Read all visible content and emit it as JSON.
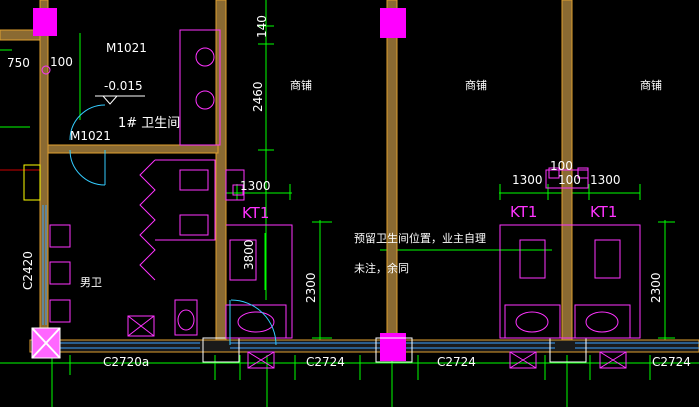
{
  "drawing": {
    "background": "#000000",
    "colors": {
      "wall": "#8a6a32",
      "wall_edge": "#e0a030",
      "column": "#ff00ff",
      "fixture": "#ff33ff",
      "dimension": "#00ff00",
      "window": "#3aa0ff",
      "text": "#ffffff",
      "axis": "#cc0000",
      "note_leader": "#00ff66"
    },
    "dimensions": {
      "d750": "750",
      "d100_top": "100",
      "d140": "140",
      "d2460": "2460",
      "d1300_left": "1300",
      "d3800": "3800",
      "d2300_left": "2300",
      "d1300_r1": "1300",
      "d100_r1": "100",
      "d100_r2": "100",
      "d1300_r2": "1300",
      "d2300_right": "2300",
      "c2420": "C2420"
    },
    "labels": {
      "door_m1021_top": "M1021",
      "elevation": "-0.015",
      "restroom_no1": "1# 卫生间",
      "door_m1021_mid": "M1021",
      "mens_room": "男卫",
      "shop_1": "商铺",
      "shop_2": "商铺",
      "shop_3": "商铺",
      "kt_left": "KT1",
      "kt_mid": "KT1",
      "kt_right": "KT1",
      "note_line1": "预留卫生间位置，业主自理",
      "note_line2": "未注，余同"
    },
    "windows": {
      "w1": "C2720a",
      "w2": "C2724",
      "w3": "C2724",
      "w4": "C2724"
    },
    "icons": {
      "column_hatched": "cross-box-icon",
      "toilet": "toilet-icon",
      "basin": "washbasin-icon",
      "urinal": "urinal-icon",
      "floor_drain": "floor-drain-icon"
    }
  }
}
